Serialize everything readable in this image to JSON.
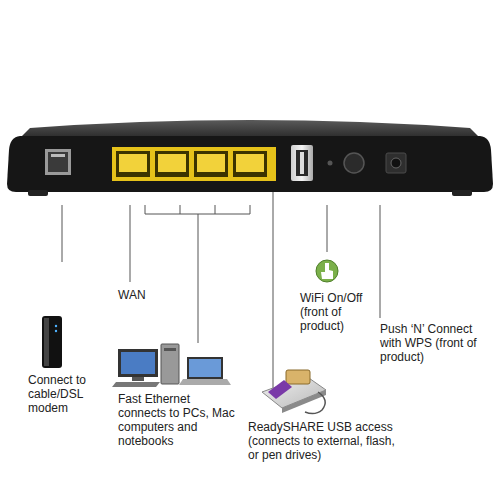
{
  "diagram": {
    "labels": [
      "Connect to cable/DSL modem",
      "WAN",
      "Fast Ethernet connects to PCs, Mac computers and notebooks",
      "ReadySHARE USB access (connects to external, flash, or pen drives)",
      "WiFi On/Off (front of product)",
      "Push ‘N’ Connect with WPS (front of product)"
    ]
  }
}
